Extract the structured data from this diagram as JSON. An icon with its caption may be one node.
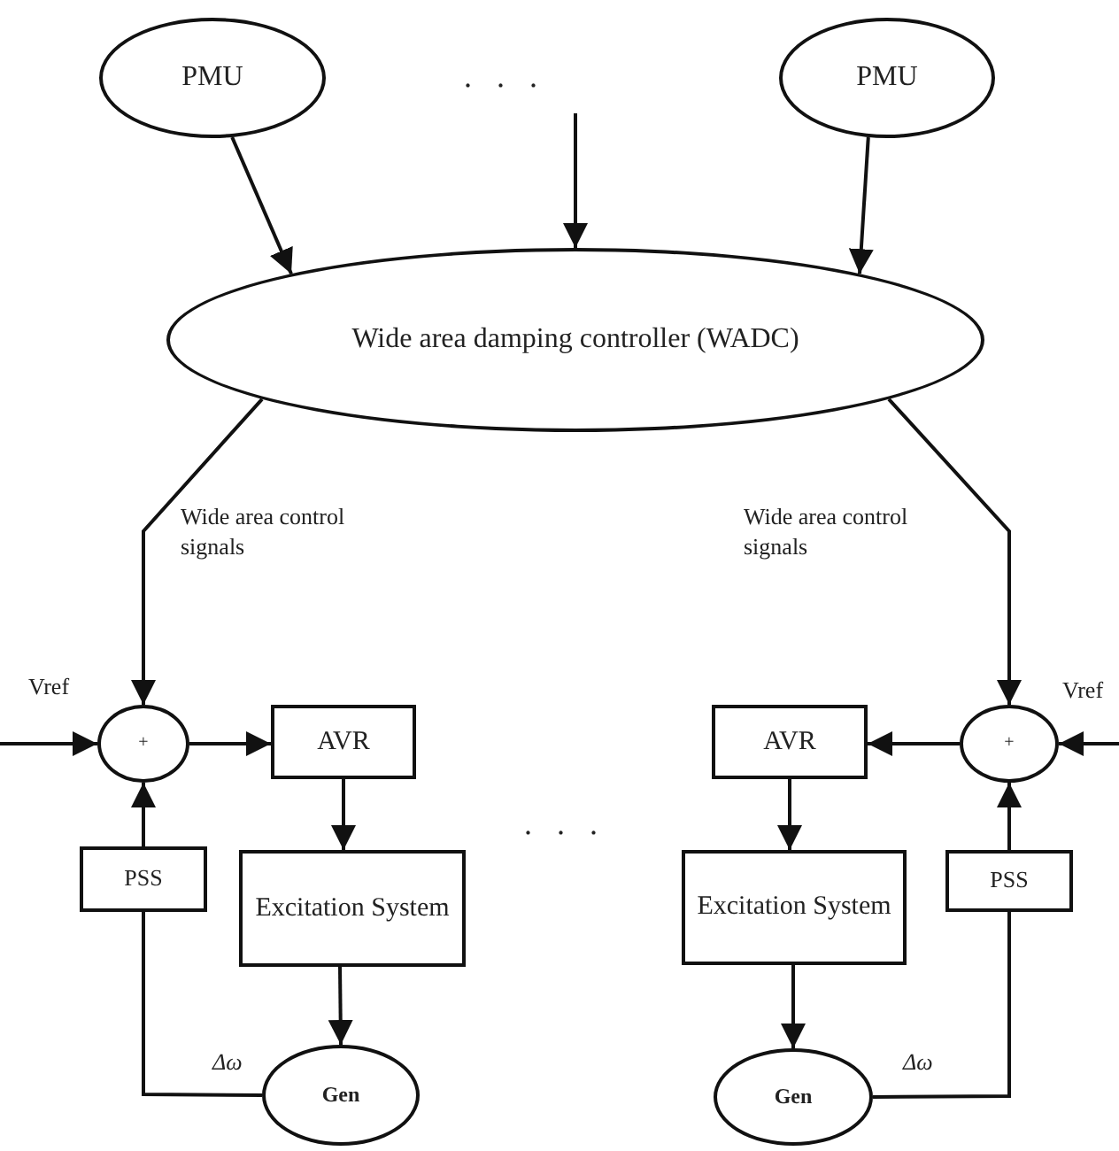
{
  "diagram": {
    "nodes": [
      {
        "text": [
          "PMU"
        ]
      },
      {
        "text": [
          "PMU"
        ]
      },
      {
        "text": [
          "Wide area damping controller (WADC)"
        ]
      },
      {
        "text": [
          "+"
        ]
      },
      {
        "text": [
          "AVR"
        ]
      },
      {
        "text": [
          "Excitation System"
        ]
      },
      {
        "text": [
          "PSS"
        ]
      },
      {
        "text": [
          "Gen"
        ]
      },
      {
        "text": [
          "+"
        ]
      },
      {
        "text": [
          "AVR"
        ]
      },
      {
        "text": [
          "Excitation System"
        ]
      },
      {
        "text": [
          "PSS"
        ]
      },
      {
        "text": [
          "Gen"
        ]
      }
    ],
    "edges": [
      {
        "from": 0,
        "to": 2,
        "arrow": "to"
      },
      {
        "from": 1,
        "to": 2,
        "arrow": "to"
      },
      {
        "from": null,
        "to": 2,
        "arrow": "to"
      },
      {
        "from": 2,
        "to": 3,
        "arrow": "to",
        "label": "Wide area control signals"
      },
      {
        "from": 2,
        "to": 8,
        "arrow": "to",
        "label": "Wide area control signals"
      },
      {
        "from": null,
        "to": 3,
        "arrow": "to",
        "label": "Vref"
      },
      {
        "from": 3,
        "to": 4,
        "arrow": "to"
      },
      {
        "from": 4,
        "to": 5,
        "arrow": "to"
      },
      {
        "from": 5,
        "to": 7,
        "arrow": "to"
      },
      {
        "from": 7,
        "to": 6,
        "arrow": "none",
        "label": "Δω"
      },
      {
        "from": 6,
        "to": 3,
        "arrow": "to"
      },
      {
        "from": null,
        "to": 8,
        "arrow": "to",
        "label": "Vref"
      },
      {
        "from": 8,
        "to": 9,
        "arrow": "to"
      },
      {
        "from": 9,
        "to": 10,
        "arrow": "to"
      },
      {
        "from": 10,
        "to": 12,
        "arrow": "to"
      },
      {
        "from": 12,
        "to": 11,
        "arrow": "none",
        "label": "Δω"
      },
      {
        "from": 11,
        "to": 8,
        "arrow": "to"
      }
    ],
    "labels": [
      "...",
      "..."
    ]
  }
}
